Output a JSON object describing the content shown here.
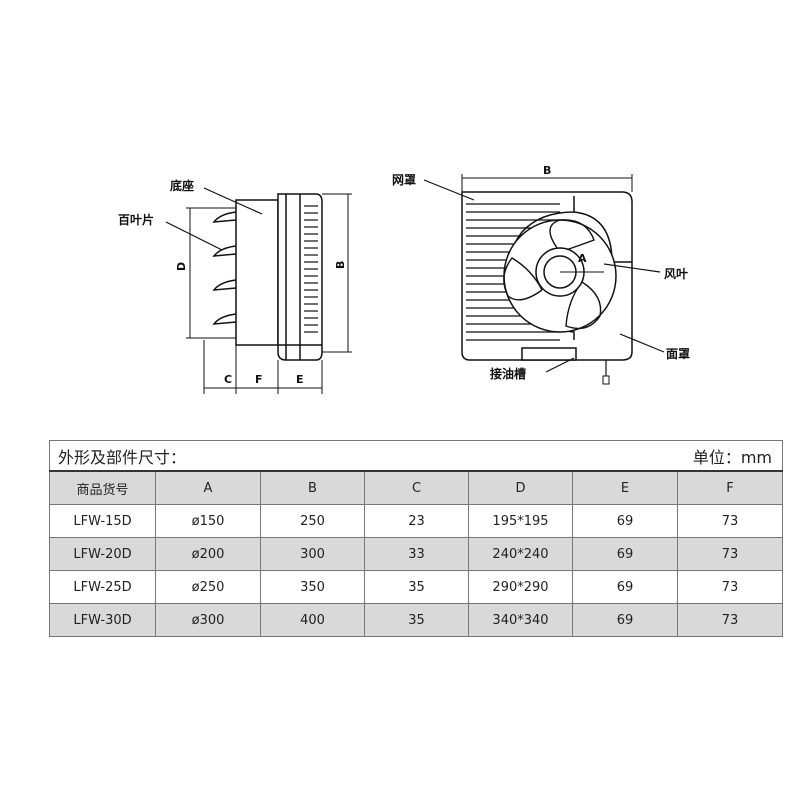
{
  "labels": {
    "base": "底座",
    "blades": "百叶片",
    "grille": "网罩",
    "fan_blade": "风叶",
    "face_cover": "面罩",
    "oil_trough": "接油槽"
  },
  "dims": {
    "A": "A",
    "B": "B",
    "C": "C",
    "D": "D",
    "E": "E",
    "F": "F"
  },
  "table": {
    "title": "外形及部件尺寸：",
    "unit": "单位：mm",
    "headers": [
      "商品货号",
      "A",
      "B",
      "C",
      "D",
      "E",
      "F"
    ],
    "rows": [
      [
        "LFW-15D",
        "ø150",
        "250",
        "23",
        "195*195",
        "69",
        "73"
      ],
      [
        "LFW-20D",
        "ø200",
        "300",
        "33",
        "240*240",
        "69",
        "73"
      ],
      [
        "LFW-25D",
        "ø250",
        "350",
        "35",
        "290*290",
        "69",
        "73"
      ],
      [
        "LFW-30D",
        "ø300",
        "400",
        "35",
        "340*340",
        "69",
        "73"
      ]
    ]
  }
}
